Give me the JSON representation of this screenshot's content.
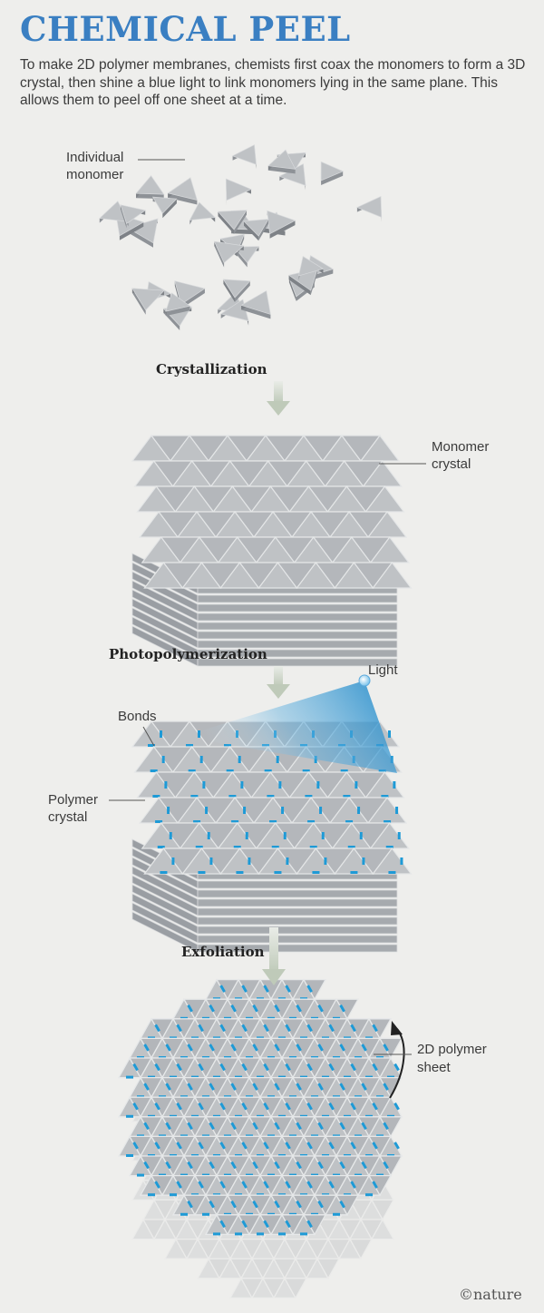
{
  "header": {
    "title": "CHEMICAL PEEL",
    "intro": "To make 2D polymer membranes, chemists first coax the monomers to form a 3D crystal, then shine a blue light to link monomers lying in the same plane. This allows them to peel off one sheet at a time."
  },
  "labels": {
    "monomer": [
      "Individual",
      "monomer"
    ],
    "monomer_crystal": [
      "Monomer",
      "crystal"
    ],
    "light": "Light",
    "bonds": "Bonds",
    "polymer_crystal": [
      "Polymer",
      "crystal"
    ],
    "sheet": [
      "2D polymer",
      "sheet"
    ]
  },
  "steps": {
    "crystallization": "Crystallization",
    "photopolymerization": "Photopolymerization",
    "exfoliation": "Exfoliation"
  },
  "credit": "©nature",
  "colors": {
    "title": "#3a7fc2",
    "background": "#eeeeec",
    "tile_top": "#bfc2c5",
    "tile_side": "#8e9297",
    "bond": "#1e9ad6",
    "light": "#1e88c8",
    "arrow": "#c9d2c4"
  }
}
